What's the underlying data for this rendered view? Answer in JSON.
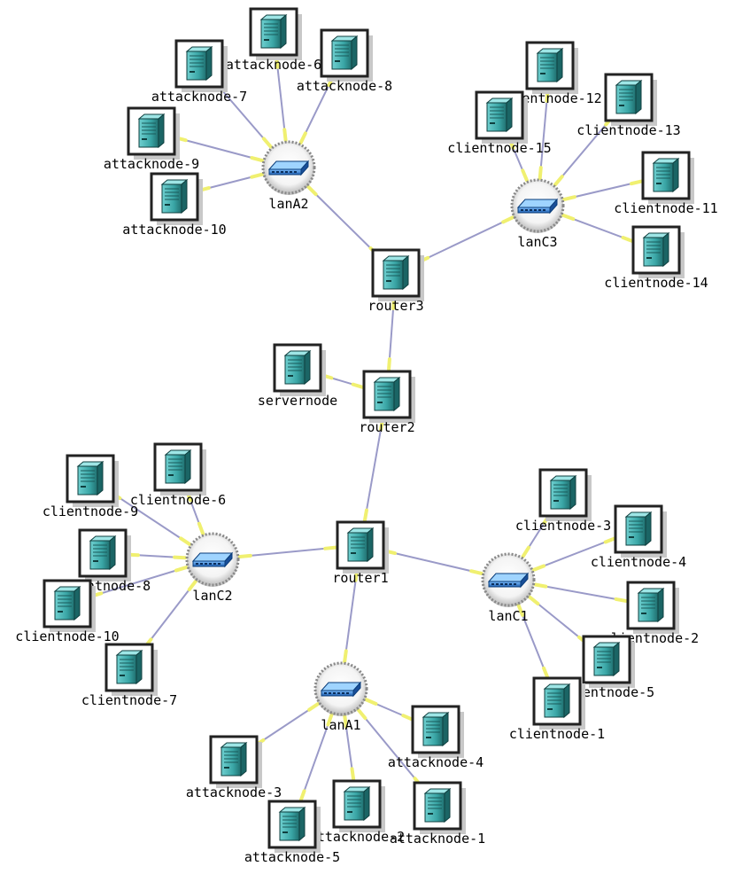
{
  "diagram": {
    "nodes": [
      {
        "id": "attacknode-6",
        "label": "attacknode-6",
        "kind": "host",
        "icon": "server-tower-icon"
      },
      {
        "id": "attacknode-8",
        "label": "attacknode-8",
        "kind": "host",
        "icon": "server-tower-icon"
      },
      {
        "id": "attacknode-7",
        "label": "attacknode-7",
        "kind": "host",
        "icon": "server-tower-icon"
      },
      {
        "id": "attacknode-9",
        "label": "attacknode-9",
        "kind": "host",
        "icon": "server-tower-icon"
      },
      {
        "id": "attacknode-10",
        "label": "attacknode-10",
        "kind": "host",
        "icon": "server-tower-icon"
      },
      {
        "id": "lanA2",
        "label": "lanA2",
        "kind": "lan",
        "icon": "network-switch-icon"
      },
      {
        "id": "clientnode-12",
        "label": "clientnode-12",
        "kind": "host",
        "icon": "server-tower-icon"
      },
      {
        "id": "clientnode-15",
        "label": "clientnode-15",
        "kind": "host",
        "icon": "server-tower-icon"
      },
      {
        "id": "clientnode-13",
        "label": "clientnode-13",
        "kind": "host",
        "icon": "server-tower-icon"
      },
      {
        "id": "clientnode-11",
        "label": "clientnode-11",
        "kind": "host",
        "icon": "server-tower-icon"
      },
      {
        "id": "clientnode-14",
        "label": "clientnode-14",
        "kind": "host",
        "icon": "server-tower-icon"
      },
      {
        "id": "lanC3",
        "label": "lanC3",
        "kind": "lan",
        "icon": "network-switch-icon"
      },
      {
        "id": "router3",
        "label": "router3",
        "kind": "host",
        "icon": "server-tower-icon"
      },
      {
        "id": "servernode",
        "label": "servernode",
        "kind": "host",
        "icon": "server-tower-icon"
      },
      {
        "id": "router2",
        "label": "router2",
        "kind": "host",
        "icon": "server-tower-icon"
      },
      {
        "id": "router1",
        "label": "router1",
        "kind": "host",
        "icon": "server-tower-icon"
      },
      {
        "id": "clientnode-9",
        "label": "clientnode-9",
        "kind": "host",
        "icon": "server-tower-icon"
      },
      {
        "id": "clientnode-6",
        "label": "clientnode-6",
        "kind": "host",
        "icon": "server-tower-icon"
      },
      {
        "id": "clientnode-8",
        "label": "clientnode-8",
        "kind": "host",
        "icon": "server-tower-icon"
      },
      {
        "id": "clientnode-10",
        "label": "clientnode-10",
        "kind": "host",
        "icon": "server-tower-icon"
      },
      {
        "id": "clientnode-7",
        "label": "clientnode-7",
        "kind": "host",
        "icon": "server-tower-icon"
      },
      {
        "id": "lanC2",
        "label": "lanC2",
        "kind": "lan",
        "icon": "network-switch-icon"
      },
      {
        "id": "clientnode-3",
        "label": "clientnode-3",
        "kind": "host",
        "icon": "server-tower-icon"
      },
      {
        "id": "clientnode-4",
        "label": "clientnode-4",
        "kind": "host",
        "icon": "server-tower-icon"
      },
      {
        "id": "clientnode-2",
        "label": "clientnode-2",
        "kind": "host",
        "icon": "server-tower-icon"
      },
      {
        "id": "clientnode-5",
        "label": "clientnode-5",
        "kind": "host",
        "icon": "server-tower-icon"
      },
      {
        "id": "clientnode-1",
        "label": "clientnode-1",
        "kind": "host",
        "icon": "server-tower-icon"
      },
      {
        "id": "lanC1",
        "label": "lanC1",
        "kind": "lan",
        "icon": "network-switch-icon"
      },
      {
        "id": "lanA1",
        "label": "lanA1",
        "kind": "lan",
        "icon": "network-switch-icon"
      },
      {
        "id": "attacknode-4",
        "label": "attacknode-4",
        "kind": "host",
        "icon": "server-tower-icon"
      },
      {
        "id": "attacknode-3",
        "label": "attacknode-3",
        "kind": "host",
        "icon": "server-tower-icon"
      },
      {
        "id": "attacknode-2",
        "label": "attacknode-2",
        "kind": "host",
        "icon": "server-tower-icon"
      },
      {
        "id": "attacknode-1",
        "label": "attacknode-1",
        "kind": "host",
        "icon": "server-tower-icon"
      },
      {
        "id": "attacknode-5",
        "label": "attacknode-5",
        "kind": "host",
        "icon": "server-tower-icon"
      }
    ],
    "links": [
      [
        "lanA2",
        "attacknode-6"
      ],
      [
        "lanA2",
        "attacknode-8"
      ],
      [
        "lanA2",
        "attacknode-7"
      ],
      [
        "lanA2",
        "attacknode-9"
      ],
      [
        "lanA2",
        "attacknode-10"
      ],
      [
        "lanA2",
        "router3"
      ],
      [
        "lanC3",
        "clientnode-12"
      ],
      [
        "lanC3",
        "clientnode-15"
      ],
      [
        "lanC3",
        "clientnode-13"
      ],
      [
        "lanC3",
        "clientnode-11"
      ],
      [
        "lanC3",
        "clientnode-14"
      ],
      [
        "lanC3",
        "router3"
      ],
      [
        "router3",
        "router2"
      ],
      [
        "servernode",
        "router2"
      ],
      [
        "router2",
        "router1"
      ],
      [
        "lanC2",
        "router1"
      ],
      [
        "lanC2",
        "clientnode-9"
      ],
      [
        "lanC2",
        "clientnode-6"
      ],
      [
        "lanC2",
        "clientnode-8"
      ],
      [
        "lanC2",
        "clientnode-10"
      ],
      [
        "lanC2",
        "clientnode-7"
      ],
      [
        "lanC1",
        "router1"
      ],
      [
        "lanC1",
        "clientnode-3"
      ],
      [
        "lanC1",
        "clientnode-4"
      ],
      [
        "lanC1",
        "clientnode-2"
      ],
      [
        "lanC1",
        "clientnode-5"
      ],
      [
        "lanC1",
        "clientnode-1"
      ],
      [
        "lanA1",
        "router1"
      ],
      [
        "lanA1",
        "attacknode-4"
      ],
      [
        "lanA1",
        "attacknode-3"
      ],
      [
        "lanA1",
        "attacknode-2"
      ],
      [
        "lanA1",
        "attacknode-1"
      ],
      [
        "lanA1",
        "attacknode-5"
      ]
    ],
    "colors": {
      "link": "#9a9ac8",
      "link_end": "#f0f070",
      "host_body": "#3aa6a6",
      "host_frame": "#222222",
      "lan_ring": "#888888",
      "switch": "#2f7fd0"
    }
  }
}
